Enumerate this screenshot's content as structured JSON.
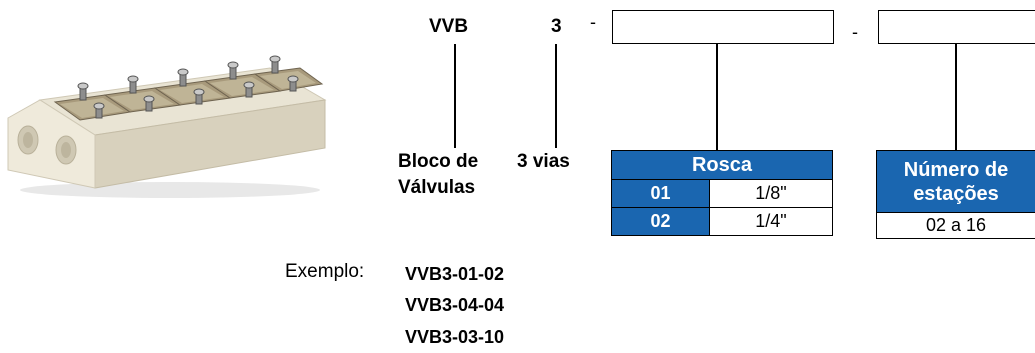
{
  "product_image": {
    "icon": "valve-block-manifold-photo"
  },
  "code": {
    "prefix": "VVB",
    "ways": "3",
    "dash1": "-",
    "dash2": "-"
  },
  "descriptions": {
    "block_line1": "Bloco de",
    "block_line2": "Válvulas",
    "ways": "3 vias"
  },
  "thread_table": {
    "header": "Rosca",
    "rows": [
      {
        "code": "01",
        "size": "1/8\""
      },
      {
        "code": "02",
        "size": "1/4\""
      }
    ]
  },
  "stations_table": {
    "header_line1": "Número de",
    "header_line2": "estações",
    "value": "02 a 16"
  },
  "example": {
    "label": "Exemplo:",
    "codes": [
      "VVB3-01-02",
      "VVB3-04-04",
      "VVB3-03-10"
    ]
  },
  "colors": {
    "accent_blue": "#1a66b0"
  }
}
